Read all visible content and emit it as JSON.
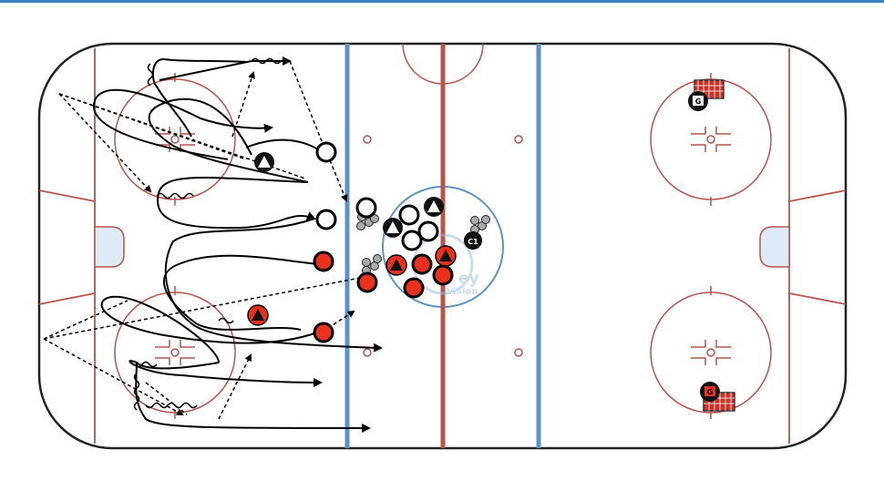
{
  "diagram": {
    "colors": {
      "board": "#222222",
      "red_line": "#b8544a",
      "blue_line": "#5c93c4",
      "crease_fill": "#dcebf6",
      "red_player": "#e8321e",
      "white_player": "#ffffff",
      "black_player": "#111111",
      "pylon_grey": "#888888",
      "watermark": "#9cc0dc"
    },
    "labels": {
      "coach": "C1",
      "goalie_top": "G",
      "goalie_bottom": "G",
      "watermark_line1": "ey",
      "watermark_line2": "Vision"
    },
    "icons": [
      "white-player-icon",
      "red-player-icon",
      "black-triangle-player-icon",
      "red-triangle-player-icon",
      "coach-icon",
      "goalie-icon",
      "net-icon",
      "pylon-group-icon",
      "arrow-icon"
    ]
  }
}
